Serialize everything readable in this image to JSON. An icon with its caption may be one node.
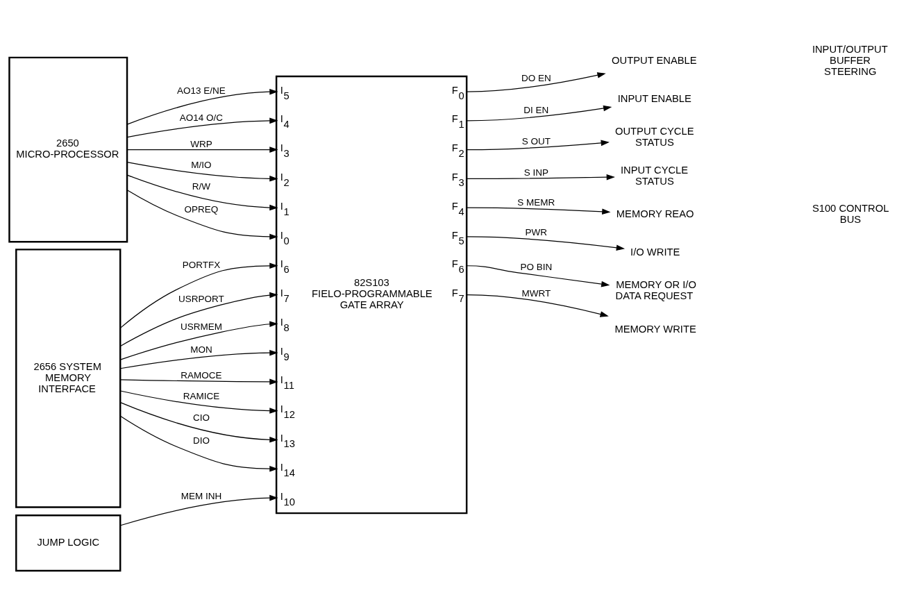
{
  "diagram": {
    "nodes": [
      {
        "text": [
          "2650 MICRO-PROCESSOR"
        ]
      },
      {
        "text": [
          "2656 SYSTEM MEMORY INTERFACE"
        ]
      },
      {
        "text": [
          "JUMP LOGIC"
        ]
      },
      {
        "text": [
          "82S103 FIELO-PROGRAMMABLE GATE ARRAY",
          "I$_{5}$",
          "I$_{4}$",
          "I$_{3}$",
          "I$_{2}$",
          "I$_{1}$",
          "I$_{0}$",
          "I$_{6}$",
          "I$_{7}$",
          "I$_{8}$",
          "I$_{9}$",
          "I$_{11}$",
          "I$_{12}$",
          "I$_{13}$",
          "I$_{14}$",
          "I$_{10}$",
          "F$_{0}$",
          "F$_{1}$",
          "F$_{2}$",
          "F$_{3}$",
          "F$_{4}$",
          "F$_{5}$",
          "F$_{6}$",
          "F$_{7}$"
        ]
      },
      {
        "text": [
          "OUTPUT ENABLE"
        ]
      },
      {
        "text": [
          "INPUT ENABLE"
        ]
      },
      {
        "text": [
          "OUTPUT CYCLE STATUS"
        ]
      },
      {
        "text": [
          "INPUT CYCLE STATUS"
        ]
      },
      {
        "text": [
          "MEMORY REAO"
        ]
      },
      {
        "text": [
          "I/O WRITE"
        ]
      },
      {
        "text": [
          "MEMORY OR I/O DATA REQUEST"
        ]
      },
      {
        "text": [
          "MEMORY WRITE"
        ]
      }
    ],
    "edges": [
      {
        "from": 0,
        "to": 3,
        "arrow": "to",
        "label": "AO13 E/NE"
      },
      {
        "from": 0,
        "to": 3,
        "arrow": "to",
        "label": "AO14 O/C"
      },
      {
        "from": 0,
        "to": 3,
        "arrow": "to",
        "label": "WRP"
      },
      {
        "from": 0,
        "to": 3,
        "arrow": "to",
        "label": "M/IO"
      },
      {
        "from": 0,
        "to": 3,
        "arrow": "to",
        "label": "R/W"
      },
      {
        "from": 0,
        "to": 3,
        "arrow": "to",
        "label": "OPREQ"
      },
      {
        "from": 1,
        "to": 3,
        "arrow": "to",
        "label": "PORTFX"
      },
      {
        "from": 1,
        "to": 3,
        "arrow": "to",
        "label": "USRPORT"
      },
      {
        "from": 1,
        "to": 3,
        "arrow": "to",
        "label": "USRMEM"
      },
      {
        "from": 1,
        "to": 3,
        "arrow": "to",
        "label": "MON"
      },
      {
        "from": 1,
        "to": 3,
        "arrow": "to",
        "label": "RAMOCE"
      },
      {
        "from": 1,
        "to": 3,
        "arrow": "to",
        "label": "RAMICE"
      },
      {
        "from": 1,
        "to": 3,
        "arrow": "to",
        "label": "CIO"
      },
      {
        "from": 1,
        "to": 3,
        "arrow": "to",
        "label": "DIO"
      },
      {
        "from": 2,
        "to": 3,
        "arrow": "to",
        "label": "MEM INH"
      },
      {
        "from": 3,
        "to": 4,
        "arrow": "to",
        "label": "DO EN"
      },
      {
        "from": 3,
        "to": 5,
        "arrow": "to",
        "label": "DI EN"
      },
      {
        "from": 3,
        "to": 6,
        "arrow": "to",
        "label": "S OUT"
      },
      {
        "from": 3,
        "to": 7,
        "arrow": "to",
        "label": "S INP"
      },
      {
        "from": 3,
        "to": 8,
        "arrow": "to",
        "label": "S MEMR"
      },
      {
        "from": 3,
        "to": 9,
        "arrow": "to",
        "label": "PWR"
      },
      {
        "from": 3,
        "to": 10,
        "arrow": "to",
        "label": "PO BIN"
      },
      {
        "from": 3,
        "to": 11,
        "arrow": "to",
        "label": "MWRT"
      }
    ],
    "labels": [
      "INPUT/OUTPUT BUFFER STEERING",
      "S100 CONTROL BUS"
    ]
  }
}
